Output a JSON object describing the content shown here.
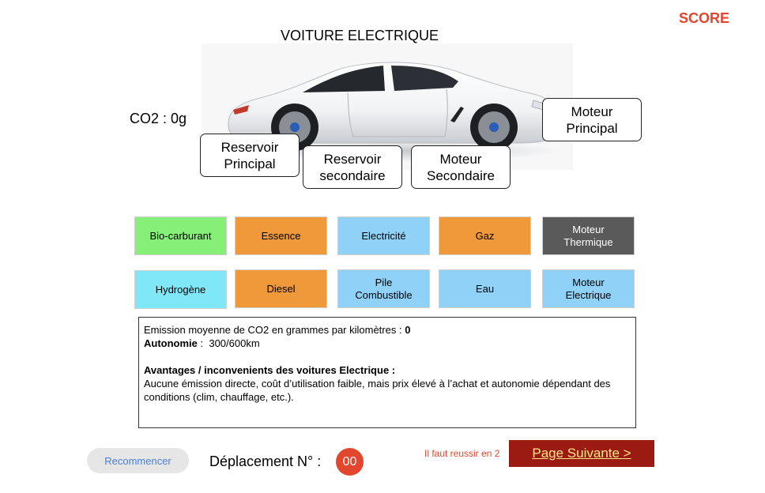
{
  "header": {
    "title": "VOITURE ELECTRIQUE",
    "score_label": "SCORE"
  },
  "co2": "CO2 : 0g",
  "slots": {
    "moteur_principal": "Moteur\nPrincipal",
    "reservoir_principal": "Reservoir\nPrincipal",
    "reservoir_secondaire": "Reservoir\nsecondaire",
    "moteur_secondaire": "Moteur\nSecondaire"
  },
  "tiles": {
    "row1": [
      {
        "label": "Bio-carburant",
        "color": "#86ef77"
      },
      {
        "label": "Essence",
        "color": "#f0993a"
      },
      {
        "label": "Electricité",
        "color": "#8fd1f7"
      },
      {
        "label": "Gaz",
        "color": "#f0993a"
      },
      {
        "label": "Moteur\nThermique",
        "color": "#5a5a5a",
        "text_color": "#ffffff"
      }
    ],
    "row2": [
      {
        "label": "Hydrogène",
        "color": "#7fe7f7"
      },
      {
        "label": "Diesel",
        "color": "#f0993a"
      },
      {
        "label": "Pile\nCombustible",
        "color": "#8fd1f7"
      },
      {
        "label": "Eau",
        "color": "#8fd1f7"
      },
      {
        "label": "Moteur\nElectrique",
        "color": "#8fd1f7"
      }
    ]
  },
  "info": {
    "emission_label": "Emission moyenne de CO2 en grammes par kilomètres : ",
    "emission_value": "0",
    "autonomy_label": "Autonomie",
    "autonomy_value": " :  300/600km",
    "pros_cons_title": "Avantages / inconvenients des voitures Electrique :",
    "pros_cons_text": "Aucune émission directe, coût d’utilisation faible, mais prix élevé à l’achat et autonomie dépendant des conditions (clim, chauffage, etc.)."
  },
  "footer": {
    "restart_label": "Recommencer",
    "moves_label": "Déplacement N° :",
    "moves_count": "00",
    "notice": "Il faut reussir en 2",
    "next_label": "Page Suivante >"
  },
  "colors": {
    "accent_red": "#e2462d",
    "next_button": "#9b1b12",
    "next_text": "#ffe68a"
  }
}
